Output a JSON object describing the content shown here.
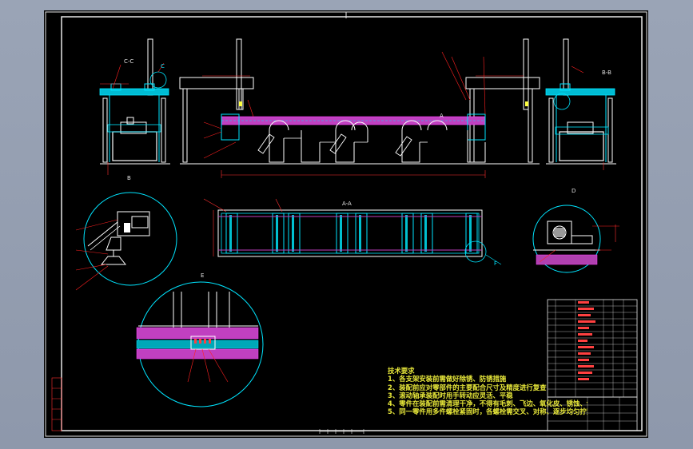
{
  "drawing": {
    "notes_title": "技术要求",
    "notes": [
      "1、各支架安装前需做好除锈、防锈措施",
      "2、装配前应对零部件的主要配合尺寸及精度进行复查",
      "3、滚动轴承装配时用手转动应灵活、平稳",
      "4、零件在装配前需清理干净，不得有毛刺、飞边、氧化皮、锈蚀、切屑等",
      "5、同一零件用多件螺栓紧固时，各螺栓需交叉、对称、逐步均匀拧紧"
    ],
    "view_labels": {
      "left_section": "C-C",
      "right_section": "B-B",
      "plan_view": "A-A",
      "detail_B": "B",
      "detail_F": "F",
      "detail_E": "E",
      "detail_D": "D",
      "detail_C": "C",
      "callout_A": "A"
    },
    "colors": {
      "background": "#000000",
      "frame_border": "#e8e8e8",
      "structure": "#ffffff",
      "section": "#00e5ff",
      "dimension": "#ff3030",
      "leader": "#ff2020",
      "hatch": "#d040d0",
      "highlight": "#ffff40",
      "notes_text": "#e8e83a"
    }
  }
}
